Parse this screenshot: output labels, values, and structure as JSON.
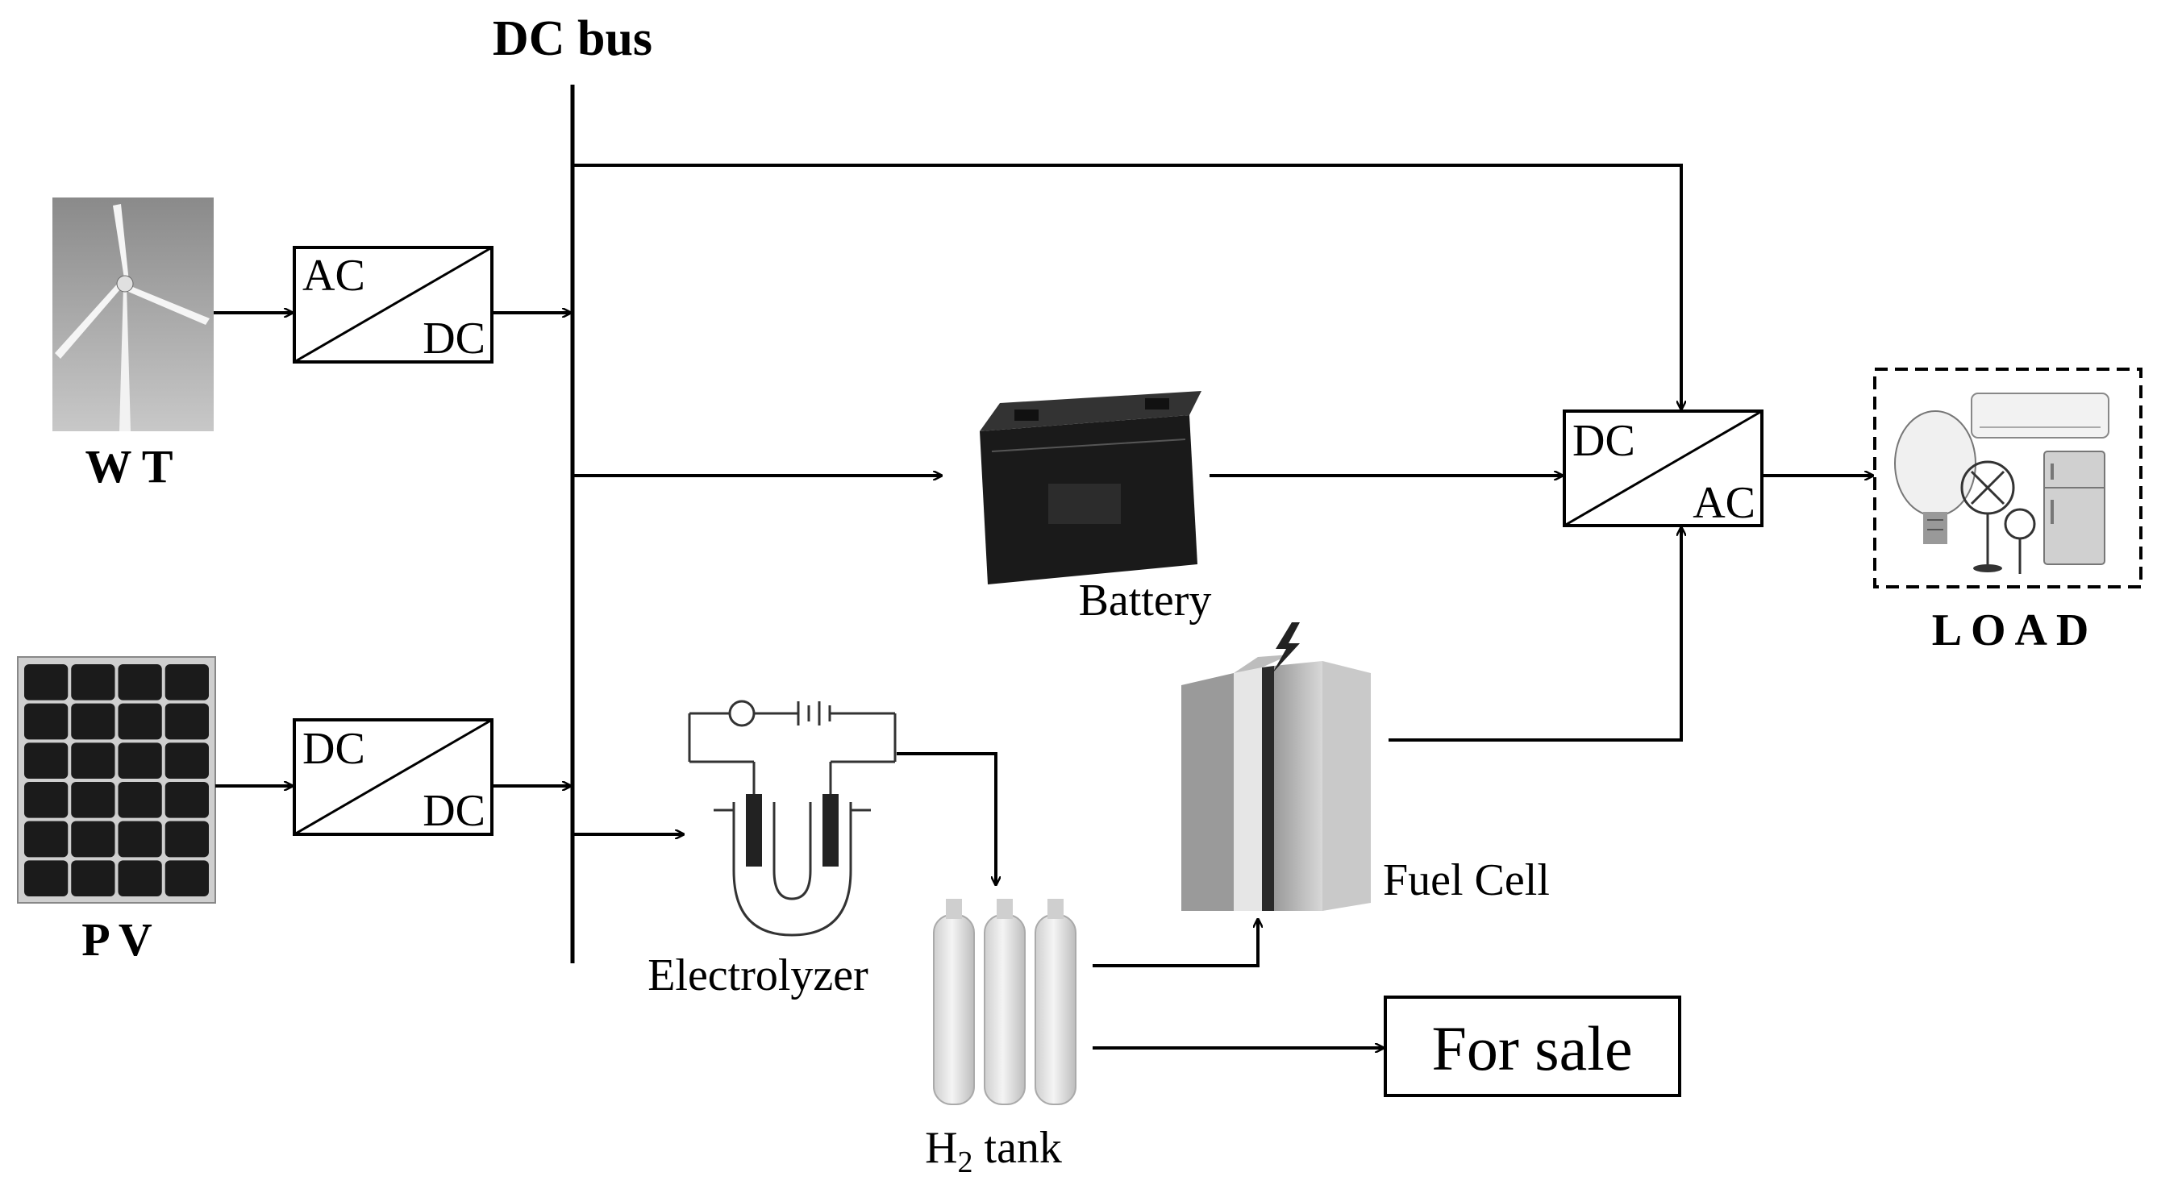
{
  "bus_label": "DC bus",
  "wt_label": "W T",
  "pv_label": "P V",
  "wt_converter": {
    "top": "AC",
    "bottom": "DC"
  },
  "pv_converter": {
    "top": "DC",
    "bottom": "DC"
  },
  "inverter": {
    "top": "DC",
    "bottom": "AC"
  },
  "battery_label": "Battery",
  "electrolyzer_label": "Electrolyzer",
  "h2_tank_label": {
    "prefix": "H",
    "subscript": "2",
    "suffix": " tank"
  },
  "fuel_cell_label": "Fuel Cell",
  "sale_label": "For sale",
  "load_label": "L O A D",
  "colors": {
    "line": "#000000",
    "background": "#ffffff"
  }
}
